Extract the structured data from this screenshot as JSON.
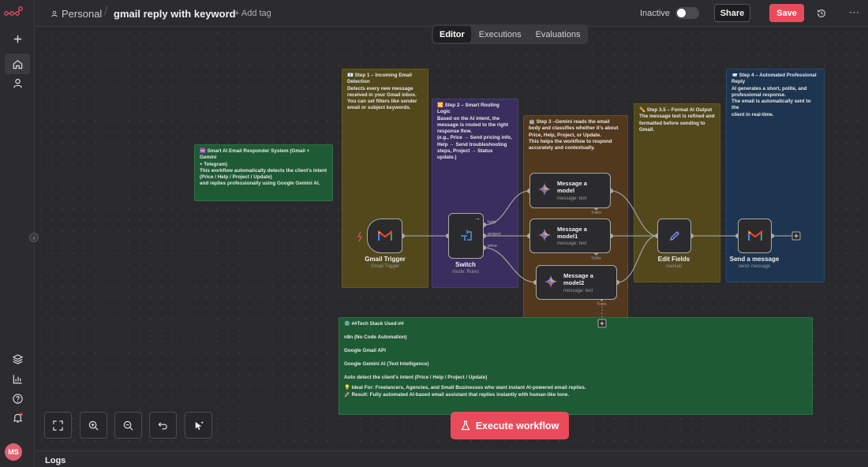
{
  "header": {
    "owner": "Personal",
    "workflow_title": "gmail reply with keyword",
    "add_tag": "+ Add tag",
    "status_label": "Inactive",
    "share_label": "Share",
    "save_label": "Save"
  },
  "tabs": [
    {
      "label": "Editor",
      "active": true
    },
    {
      "label": "Executions",
      "active": false
    },
    {
      "label": "Evaluations",
      "active": false
    }
  ],
  "sidebar": {
    "items": [
      "add-icon",
      "home-icon",
      "user-icon",
      "templates-icon",
      "insights-icon",
      "help-icon",
      "notifications-icon"
    ],
    "avatar_initials": "MS"
  },
  "notes": {
    "intro": [
      "♾️ Smart AI Email Responder System (Gmail + Gemini",
      "+ Telegram)",
      "This workflow automatically detects the client's intent",
      "(Price / Help / Project / Update)",
      "and replies professionally using Google Gemini AI."
    ],
    "step1": [
      "📧 Step 1 – Incoming Email",
      "Detection",
      "Detects every new message",
      "received in your Gmail inbox.",
      "You can set filters like sender",
      "email or subject keywords."
    ],
    "step2": [
      "🔀 Step 2 – Smart Routing Logic",
      "Based on the AI intent, the",
      "message is routed to the right",
      "response flow.",
      "(e.g., Price → Send pricing info,",
      "Help → Send troubleshooting",
      "steps, Project → Status update.)"
    ],
    "step3": [
      "🤖 Step 3 –Gemini reads the email",
      "body and classifies whether it's about",
      "Price, Help, Project, or Update.",
      "This helps the workflow to respond",
      "accurately and contextually."
    ],
    "step35": [
      "✏️ Step 3.5 – Format AI Output",
      "The message text is refined and",
      "formatted before sending to",
      "Gmail."
    ],
    "step4": [
      "📨 Step 4 – Automated Professional",
      "Reply",
      "AI generates a short, polite, and",
      "professional response.",
      "The email is automatically sent to the",
      "client in real-time."
    ],
    "tech": [
      "⚙️ ##Tech Stack Used:##",
      "n8n (No Code Automation)",
      "Google Gmail API",
      "Google Gemini AI (Text Intelligence)",
      "Auto detect the client's intent (Price / Help / Project / Update)",
      "💡 Ideal For: Freelancers, Agencies, and Small Businesses who want instant AI-powered email replies.\n🚀 Result: Fully automated AI-based email assistant that replies instantly with human-like tone."
    ]
  },
  "nodes": {
    "gmail_trigger": {
      "label": "Gmail Trigger",
      "sub": "Gmail Trigger"
    },
    "switch": {
      "label": "Switch",
      "sub": "mode: Rules",
      "outputs": [
        "help",
        "project",
        "price"
      ]
    },
    "model1": {
      "label": "Message a model",
      "sub": "message: text"
    },
    "model2": {
      "label": "Message a model1",
      "sub": "message: text"
    },
    "model3": {
      "label": "Message a model2",
      "sub": "message: text"
    },
    "tools_label": "Tools",
    "edit_fields": {
      "label": "Edit Fields",
      "sub": "manual"
    },
    "send": {
      "label": "Send a message",
      "sub": "send: message"
    }
  },
  "controls": [
    "fit-view-icon",
    "zoom-in-icon",
    "zoom-out-icon",
    "undo-icon",
    "tidy-up-icon"
  ],
  "execute_label": "Execute workflow",
  "logs_label": "Logs",
  "colors": {
    "accent": "#ea4b5a",
    "canvas": "#2a2a2d"
  }
}
